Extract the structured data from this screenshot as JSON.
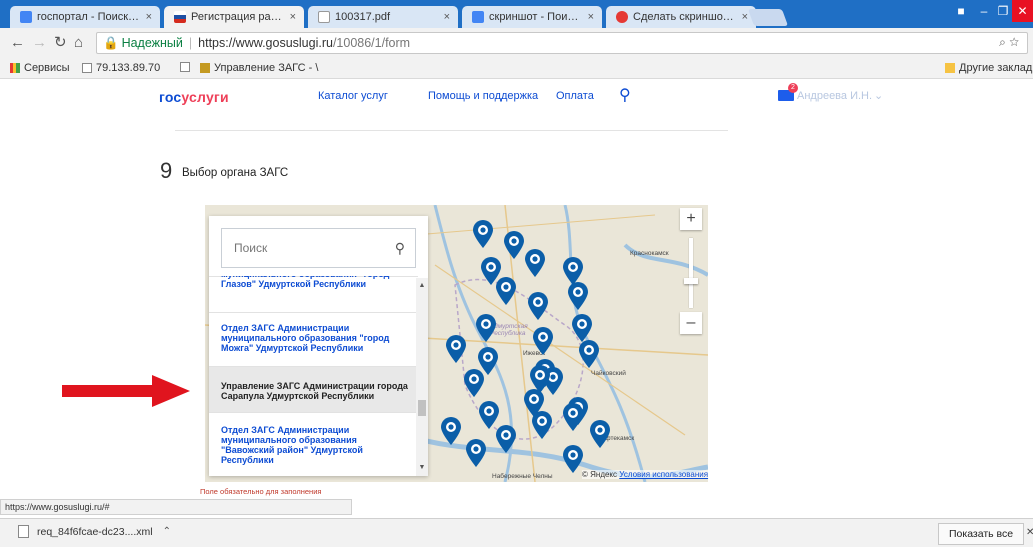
{
  "browser": {
    "tabs": [
      {
        "title": "госпортал - Поиск в Go",
        "favicon_color": "#4285f4"
      },
      {
        "title": "Регистрация растор",
        "favicon_color": "#d52b1e"
      },
      {
        "title": "100317.pdf",
        "favicon_color": "#9e9e9e"
      },
      {
        "title": "скриншот - Поиск в Go",
        "favicon_color": "#4285f4"
      },
      {
        "title": "Сделать скриншот — О",
        "favicon_color": "#e53935"
      }
    ],
    "close_glyph": "×",
    "secure_label": "Надежный",
    "url_host": "https://www.gosuslugi.ru",
    "url_path": "/10086/1/form",
    "bookmarks": [
      {
        "label": "Сервисы"
      },
      {
        "label": "79.133.89.70"
      },
      {
        "label": "Управление ЗАГС - \\"
      }
    ],
    "other_bookmarks": "Другие закладки"
  },
  "site": {
    "logo_gos": "гос",
    "logo_uslugi": "услуги",
    "nav": [
      "Каталог услуг",
      "Помощь и поддержка",
      "Оплата"
    ],
    "user_name": "Андреева И.Н.",
    "mail_count": "2"
  },
  "step": {
    "number": "9",
    "title": "Выбор органа ЗАГС"
  },
  "selector": {
    "search_placeholder": "Поиск",
    "items": [
      {
        "text": "муниципального образования \"город Глазов\" Удмуртской Республики"
      },
      {
        "text": "Отдел ЗАГС Администрации муниципального образования \"город Можга\" Удмуртской Республики"
      },
      {
        "text": "Управление ЗАГС Администрации города Сарапула Удмуртской Республики"
      },
      {
        "text": "Отдел ЗАГС Администрации муниципального образования \"Вавожский район\" Удмуртской Республики"
      }
    ],
    "selected_index": 2,
    "required_note": "Поле обязательно для заполнения"
  },
  "map": {
    "copyright": "© Яндекс",
    "terms_link": "Условия использования",
    "labels": [
      "Краснокамск",
      "Чайковский",
      "Нефтекамск",
      "Набережные Челны",
      "Удмуртская Республика",
      "Ижевск"
    ],
    "pin_color": "#0b5ea8"
  },
  "statusbar": {
    "url": "https://www.gosuslugi.ru/#"
  },
  "downloads": {
    "file": "req_84f6fcae-dc23....xml",
    "show_all": "Показать все"
  }
}
